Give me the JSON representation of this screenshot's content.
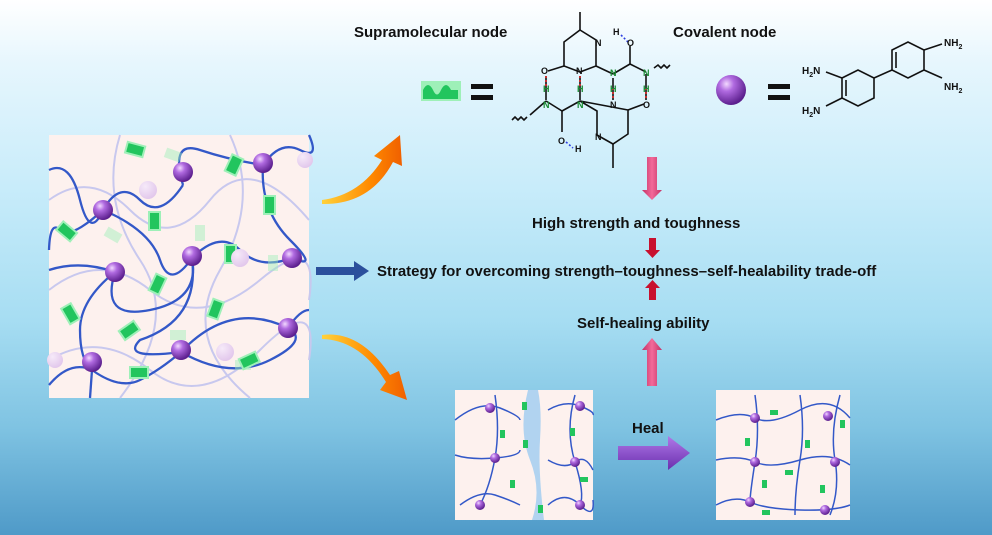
{
  "legend": {
    "supramolecular_label": "Supramolecular node",
    "covalent_label": "Covalent node",
    "equals": "="
  },
  "chem": {
    "upy": {
      "atoms_N": "N",
      "atoms_O": "O",
      "atoms_H": "H"
    },
    "biphenyl": {
      "nh2_top": "NH",
      "nh2_right": "NH",
      "h2n_left_top": "H",
      "h2n_left_bottom": "H",
      "n": "N",
      "sub2": "2"
    }
  },
  "flow": {
    "high_strength": "High strength and toughness",
    "strategy": "Strategy for overcoming strength–toughness–self-healability trade-off",
    "self_healing": "Self-healing ability",
    "heal": "Heal"
  },
  "colors": {
    "chain_blue": "#2f5fc9",
    "node_purple": "#8a3fc2",
    "supra_green": "#22c55e",
    "pink_arrow": "#e0457e",
    "red_arrow": "#c8102e",
    "orange_arrow": "#f07a0a",
    "navy_arrow": "#2b4f9c",
    "heal_arrow": "#8b4fcf",
    "panel_bg": "#fdf1ee"
  }
}
